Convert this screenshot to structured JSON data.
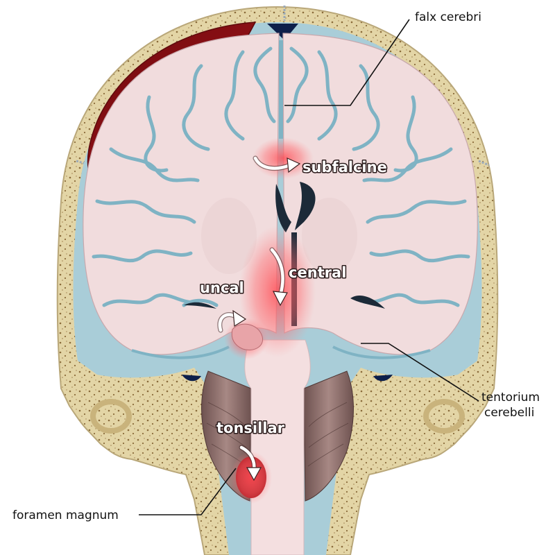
{
  "labels": {
    "falx_cerebri": "falx cerebri",
    "tentorium_line1": "tentorium",
    "tentorium_line2": "cerebelli",
    "foramen_magnum": "foramen magnum"
  },
  "herniations": {
    "subfalcine": "subfalcine",
    "central": "central",
    "uncal": "uncal",
    "tonsillar": "tonsillar"
  },
  "colors": {
    "skull": "#e3d5a6",
    "skull_pores": "#8a6b3a",
    "csf": "#a9cdd8",
    "brain": "#f1dcdd",
    "sulcus": "#7fb3c4",
    "hematoma": "#8e0f14",
    "herniation_glow": "#ff5a5f",
    "cerebellum": "#8f6e6a",
    "ventricle": "#1c2a38"
  }
}
